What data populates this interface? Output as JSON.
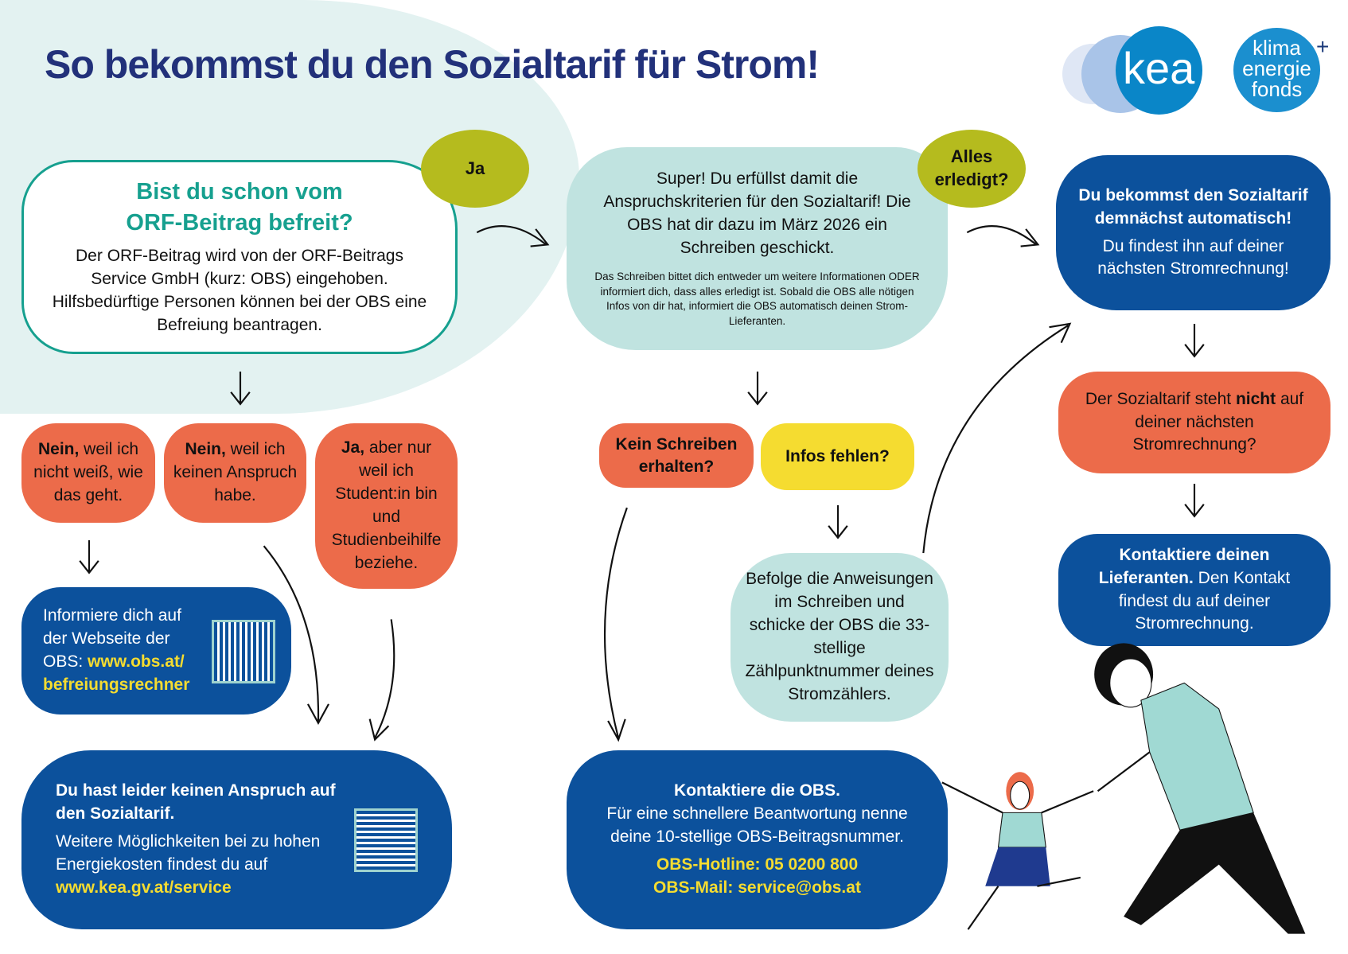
{
  "title": "So bekommst du den Sozialtarif für Strom!",
  "logos": {
    "kea": "kea",
    "klima": "klima",
    "energie": "energie",
    "fonds": "fonds",
    "plus": "+"
  },
  "q1": {
    "title_line1": "Bist du schon vom",
    "title_line2": "ORF-Beitrag befreit?",
    "body": "Der ORF-Beitrag wird von der ORF-Beitrags Service GmbH (kurz: OBS) eingehoben. Hilfsbedürftige Personen können bei der OBS eine Befreiung beantragen."
  },
  "yes_bubble": "Ja",
  "done_bubble": "Alles erledigt?",
  "super": {
    "main": "Super! Du erfüllst damit die Anspruchskriterien für den Sozialtarif! Die OBS hat dir dazu im März 2026 ein Schreiben geschickt.",
    "small": "Das Schreiben bittet dich entweder um weitere Informationen ODER informiert dich, dass alles erledigt ist. Sobald die OBS alle nötigen Infos von dir hat, informiert die OBS automatisch deinen Strom-Lieferanten."
  },
  "auto": {
    "bold": "Du bekommst den Sozialtarif demnächst automatisch!",
    "text": "Du findest ihn auf deiner nächsten Stromrechnung!"
  },
  "no1": {
    "bold": "Nein,",
    "text": " weil ich nicht weiß, wie das geht."
  },
  "no2": {
    "bold": "Nein,",
    "text": " weil ich keinen Anspruch habe."
  },
  "yes_but": {
    "bold": "Ja,",
    "text": " aber nur weil ich Student:in bin und Studienbeihilfe beziehe."
  },
  "no_letter": "Kein Schreiben erhalten?",
  "info_missing": "Infos fehlen?",
  "not_on_bill": {
    "pre": "Der Sozialtarif steht ",
    "bold": "nicht",
    "post": " auf deiner nächsten Stromrechnung?"
  },
  "contact_supplier": {
    "bold": "Kontaktiere deinen Lieferanten.",
    "text": " Den Kontakt findest du auf deiner Stromrechnung."
  },
  "inform": {
    "text": "Informiere dich auf der Webseite der OBS: ",
    "link": "www.obs.at/ befreiungsrechner"
  },
  "follow": "Befolge die Anweisungen im Schreiben und schicke der OBS die 33-stellige Zählpunktnummer deines Stromzählers.",
  "no_claim": {
    "bold": "Du hast leider keinen Anspruch auf den Sozialtarif.",
    "text": "Weitere Möglichkeiten bei zu hohen Energiekosten findest du auf",
    "link": "www.kea.gv.at/service"
  },
  "contact_obs": {
    "bold": "Kontaktiere die OBS.",
    "text": "Für eine schnellere Beantwortung nenne deine 10-stellige OBS-Beitragsnummer.",
    "hotline": "OBS-Hotline: 05 0200 800",
    "mail": "OBS-Mail: service@obs.at"
  },
  "colors": {
    "navy": "#22317a",
    "blue": "#0c519c",
    "teal": "#16a08f",
    "orange": "#ec6b4a",
    "yellow": "#f5dc30",
    "olive": "#b5bb1e",
    "lightteal": "#c0e3e0"
  }
}
